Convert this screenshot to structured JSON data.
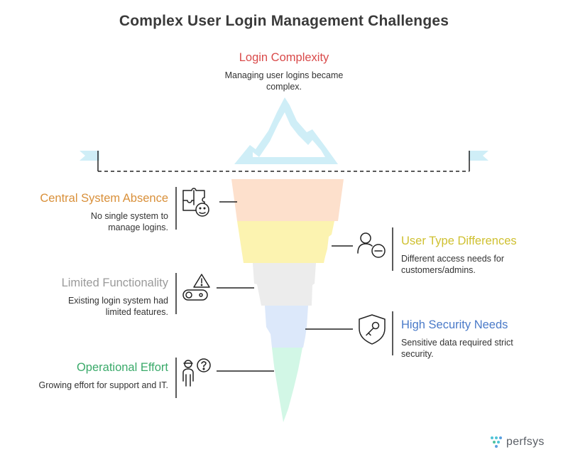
{
  "title": "Complex User Login Management Challenges",
  "colors": {
    "login_complexity": "#d94a4a",
    "central_system": "#d9903a",
    "user_type": "#cfc030",
    "limited_functionality": "#9a9a9a",
    "high_security": "#4a7ac8",
    "operational_effort": "#3aaa6a",
    "iceberg_tip": "#cfeef7"
  },
  "sections": {
    "login_complexity": {
      "heading": "Login Complexity",
      "description": "Managing user logins became complex."
    },
    "central_system_absence": {
      "heading": "Central System Absence",
      "description": "No single system to manage logins.",
      "icon": "puzzle-face-icon"
    },
    "user_type_differences": {
      "heading": "User Type Differences",
      "description": "Different access needs for customers/admins.",
      "icon": "user-minus-icon"
    },
    "limited_functionality": {
      "heading": "Limited Functionality",
      "description": "Existing login system had limited features.",
      "icon": "warning-toggle-icon"
    },
    "high_security_needs": {
      "heading": "High Security Needs",
      "description": "Sensitive data required strict security.",
      "icon": "shield-key-icon"
    },
    "operational_effort": {
      "heading": "Operational Effort",
      "description": "Growing effort for support and IT.",
      "icon": "person-question-icon"
    }
  },
  "logo": {
    "text": "perfsys"
  }
}
